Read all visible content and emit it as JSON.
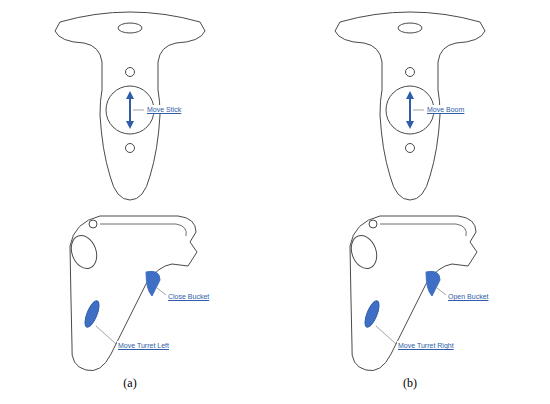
{
  "diagram": {
    "labels": [
      "Move Stick",
      "Close Bucket",
      "Move Turret Left",
      "Move Boom",
      "Open Bucket",
      "Move Turret Right",
      "(a)",
      "(b)"
    ]
  }
}
